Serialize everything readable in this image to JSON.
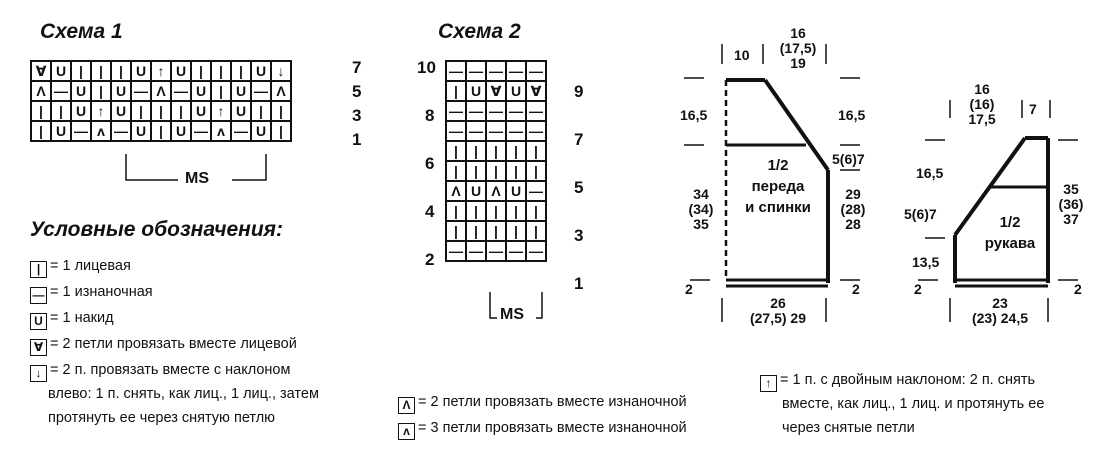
{
  "scheme1": {
    "title": "Схема 1",
    "rows": [
      [
        "double-dec-purl",
        "U",
        "|",
        "|",
        "|",
        "U",
        "up-arrow",
        "U",
        "|",
        "|",
        "|",
        "U",
        "down-arrow"
      ],
      [
        "k2tog-purl",
        "—",
        "U",
        "|",
        "U",
        "—",
        "k2tog-purl",
        "—",
        "U",
        "|",
        "U",
        "—",
        "k2tog-purl"
      ],
      [
        "|",
        "|",
        "U",
        "up-arrow",
        "U",
        "|",
        "|",
        "|",
        "U",
        "up-arrow",
        "U",
        "|",
        "|"
      ],
      [
        "|",
        "U",
        "—",
        "k3tog-purl",
        "—",
        "U",
        "|",
        "U",
        "—",
        "k3tog-purl",
        "—",
        "U",
        "|"
      ]
    ],
    "row_numbers": [
      "7",
      "5",
      "3",
      "1"
    ],
    "ms": "MS"
  },
  "scheme2": {
    "title": "Схема 2",
    "rows": [
      [
        "—",
        "—",
        "—",
        "—",
        "—"
      ],
      [
        "|",
        "U",
        "double-dec-purl",
        "U",
        "double-dec-purl"
      ],
      [
        "—",
        "—",
        "—",
        "—",
        "—"
      ],
      [
        "—",
        "—",
        "—",
        "—",
        "—"
      ],
      [
        "|",
        "|",
        "|",
        "|",
        "|"
      ],
      [
        "|",
        "|",
        "|",
        "|",
        "|"
      ],
      [
        "k2tog-purl",
        "U",
        "k2tog-purl",
        "U",
        "—"
      ],
      [
        "|",
        "|",
        "|",
        "|",
        "|"
      ],
      [
        "|",
        "|",
        "|",
        "|",
        "|"
      ],
      [
        "—",
        "—",
        "—",
        "—",
        "—"
      ]
    ],
    "left_numbers": [
      "10",
      "8",
      "6",
      "4",
      "2"
    ],
    "right_numbers": [
      "9",
      "7",
      "5",
      "3",
      "1"
    ],
    "ms": "MS"
  },
  "legend": {
    "title": "Условные обозначения:",
    "knit": "= 1 лицевая",
    "purl": "= 1 изнаночная",
    "yo": "= 1 накид",
    "k2tog": "= 2 петли провязать вместе лицевой",
    "ssk_line1": "= 2 п. провязать вместе с наклоном",
    "ssk_line2": "влево: 1 п. снять, как лиц., 1 лиц., затем",
    "ssk_line3": "протянуть ее через снятую петлю",
    "p2tog": "= 2 петли провязать вместе изнаночной",
    "p3tog": "= 3 петли провязать вместе изнаночной",
    "cdd_line1": "= 1 п. с двойным наклоном: 2 п. снять",
    "cdd_line2": "вместе, как лиц., 1 лиц. и протянуть ее",
    "cdd_line3": "через снятые петли"
  },
  "body": {
    "top": [
      "16",
      "(17,5)",
      "19"
    ],
    "neck": "10",
    "left_upper": "16,5",
    "right_upper": "16,5",
    "left_total": [
      "34",
      "(34)",
      "35"
    ],
    "right_armhole": "5(6)7",
    "right_lower": [
      "29",
      "(28)",
      "28"
    ],
    "hem_left": "2",
    "hem_right": "2",
    "bottom": [
      "26",
      "(27,5) 29"
    ],
    "center": [
      "1/2",
      "переда",
      "и спинки"
    ]
  },
  "sleeve": {
    "top": [
      "16",
      "(16)",
      "17,5"
    ],
    "top_right": "7",
    "left_upper": "16,5",
    "left_mid": "5(6)7",
    "left_lower": "13,5",
    "right_total": [
      "35",
      "(36)",
      "37"
    ],
    "hem_left": "2",
    "hem_right": "2",
    "bottom": [
      "23",
      "(23) 24,5"
    ],
    "center": [
      "1/2",
      "рукава"
    ]
  }
}
